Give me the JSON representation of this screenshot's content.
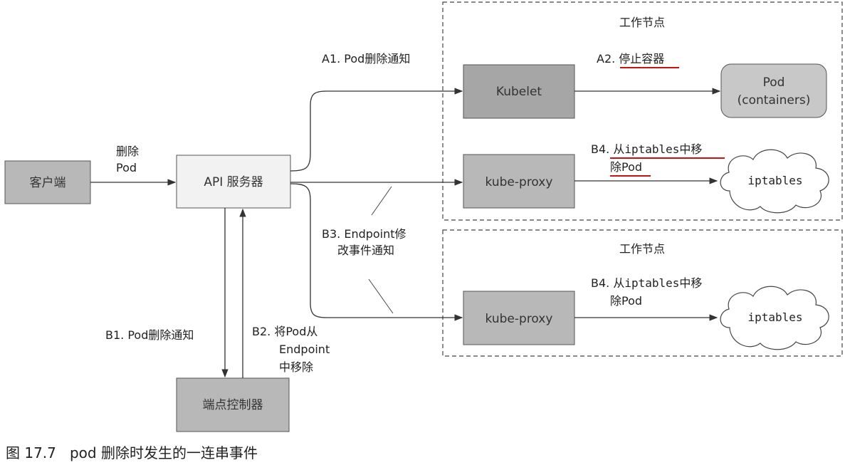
{
  "nodes": {
    "client": "客户端",
    "api_server": "API 服务器",
    "endpoint_controller": "端点控制器",
    "kubelet": "Kubelet",
    "kube_proxy_1": "kube-proxy",
    "kube_proxy_2": "kube-proxy",
    "pod_line1": "Pod",
    "pod_line2": "(containers)",
    "iptables_1": "iptables",
    "iptables_2": "iptables"
  },
  "groups": {
    "worker_node_1": "工作节点",
    "worker_node_2": "工作节点"
  },
  "edge_labels": {
    "delete_line1": "删除",
    "delete_line2": "Pod",
    "a1": "A1. Pod删除通知",
    "a2_prefix": "A2. ",
    "a2_text": "停止容器",
    "b1": "B1. Pod删除通知",
    "b2_line1": "B2. 将Pod从",
    "b2_line2": "Endpoint",
    "b2_line3": "中移除",
    "b3_line1": "B3. Endpoint修",
    "b3_line2": "改事件通知",
    "b4a_prefix": "B4. ",
    "b4a_l1_a": "从",
    "b4a_l1_mono": "iptables",
    "b4a_l1_b": "中移",
    "b4a_line2": "除Pod",
    "b4b_prefix": "B4. ",
    "b4b_l1_a": "从",
    "b4b_l1_mono": "iptables",
    "b4b_l1_b": "中移",
    "b4b_line2": "除Pod"
  },
  "caption": "图 17.7   pod 删除时发生的一连串事件",
  "colors": {
    "dark_box": "#a6a6a6",
    "light_box": "#f2f2f2",
    "mid_box": "#b8b8b8",
    "pod_box": "#c8c8c8",
    "underline": "#cc1111"
  }
}
